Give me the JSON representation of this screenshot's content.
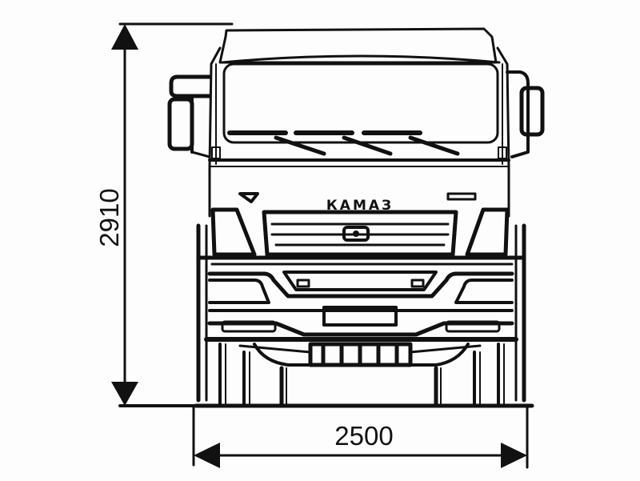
{
  "diagram": {
    "subject": "Truck cab front view technical drawing",
    "brand_label": "КАМАЗ",
    "colors": {
      "line": "#111111",
      "background": "#fdfdfd"
    },
    "dimensions": {
      "height": {
        "value": "2910",
        "orientation": "vertical",
        "unit": "mm"
      },
      "width": {
        "value": "2500",
        "orientation": "horizontal",
        "unit": "mm"
      }
    }
  }
}
